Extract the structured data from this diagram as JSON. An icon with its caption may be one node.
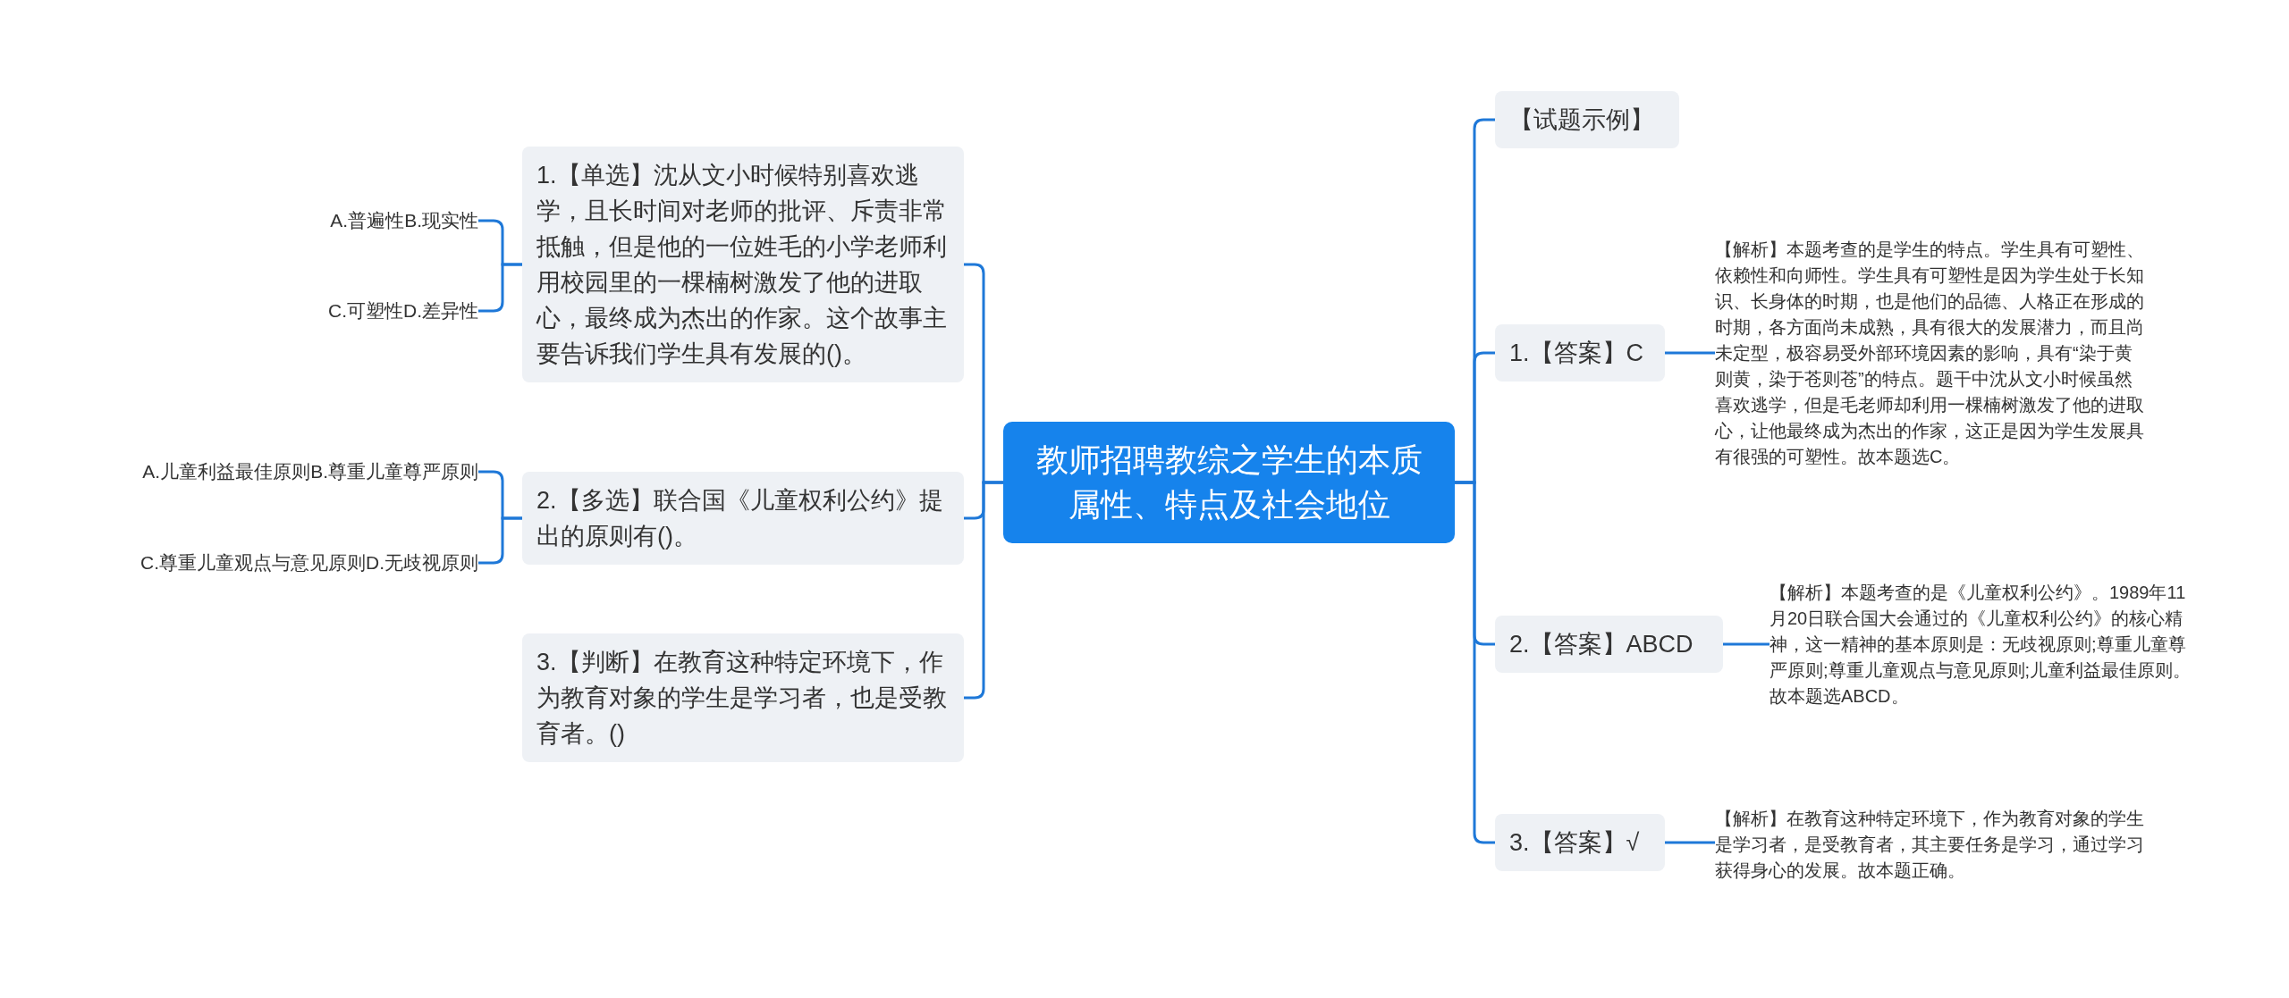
{
  "diagram": {
    "nodes": [
      {
        "text": [
          "教师招聘教综之学生的本质属性、特点及社会地位"
        ]
      },
      {
        "text": [
          "1.【单选】沈从文小时候特别喜欢逃学，且长时间对老师的批评、斥责非常抵触，但是他的一位姓毛的小学老师利用校园里的一棵楠树激发了他的进取心，最终成为杰出的作家。这个故事主要告诉我们学生具有发展的()。"
        ]
      },
      {
        "text": [
          "A.普遍性B.现实性"
        ]
      },
      {
        "text": [
          "C.可塑性D.差异性"
        ]
      },
      {
        "text": [
          "2.【多选】联合国《儿童权利公约》提出的原则有()。"
        ]
      },
      {
        "text": [
          "A.儿童利益最佳原则B.尊重儿童尊严原则"
        ]
      },
      {
        "text": [
          "C.尊重儿童观点与意见原则D.无歧视原则"
        ]
      },
      {
        "text": [
          "3.【判断】在教育这种特定环境下，作为教育对象的学生是学习者，也是受教育者。()"
        ]
      },
      {
        "text": [
          "【试题示例】"
        ]
      },
      {
        "text": [
          "1.【答案】C"
        ]
      },
      {
        "text": [
          "【解析】本题考查的是学生的特点。学生具有可塑性、依赖性和向师性。学生具有可塑性是因为学生处于长知识、长身体的时期，也是他们的品德、人格正在形成的时期，各方面尚未成熟，具有很大的发展潜力，而且尚未定型，极容易受外部环境因素的影响，具有“染于黄则黄，染于苍则苍”的特点。题干中沈从文小时候虽然喜欢逃学，但是毛老师却利用一棵楠树激发了他的进取心，让他最终成为杰出的作家，这正是因为学生发展具有很强的可塑性。故本题选C。"
        ]
      },
      {
        "text": [
          "2.【答案】ABCD"
        ]
      },
      {
        "text": [
          "【解析】本题考查的是《儿童权利公约》。1989年11月20日联合国大会通过的《儿童权利公约》的核心精神，这一精神的基本原则是：无歧视原则;尊重儿童尊严原则;尊重儿童观点与意见原则;儿童利益最佳原则。故本题选ABCD。"
        ]
      },
      {
        "text": [
          "3.【答案】√"
        ]
      },
      {
        "text": [
          "【解析】在教育这种特定环境下，作为教育对象的学生是学习者，是受教育者，其主要任务是学习，通过学习获得身心的发展。故本题正确。"
        ]
      }
    ],
    "edges": [
      {
        "from": 0,
        "to": 1,
        "arrow": "none"
      },
      {
        "from": 1,
        "to": 2,
        "arrow": "none"
      },
      {
        "from": 1,
        "to": 3,
        "arrow": "none"
      },
      {
        "from": 0,
        "to": 4,
        "arrow": "none"
      },
      {
        "from": 4,
        "to": 5,
        "arrow": "none"
      },
      {
        "from": 4,
        "to": 6,
        "arrow": "none"
      },
      {
        "from": 0,
        "to": 7,
        "arrow": "none"
      },
      {
        "from": 0,
        "to": 8,
        "arrow": "none"
      },
      {
        "from": 0,
        "to": 9,
        "arrow": "none"
      },
      {
        "from": 9,
        "to": 10,
        "arrow": "none"
      },
      {
        "from": 0,
        "to": 11,
        "arrow": "none"
      },
      {
        "from": 11,
        "to": 12,
        "arrow": "none"
      },
      {
        "from": 0,
        "to": 13,
        "arrow": "none"
      },
      {
        "from": 13,
        "to": 14,
        "arrow": "none"
      }
    ]
  }
}
